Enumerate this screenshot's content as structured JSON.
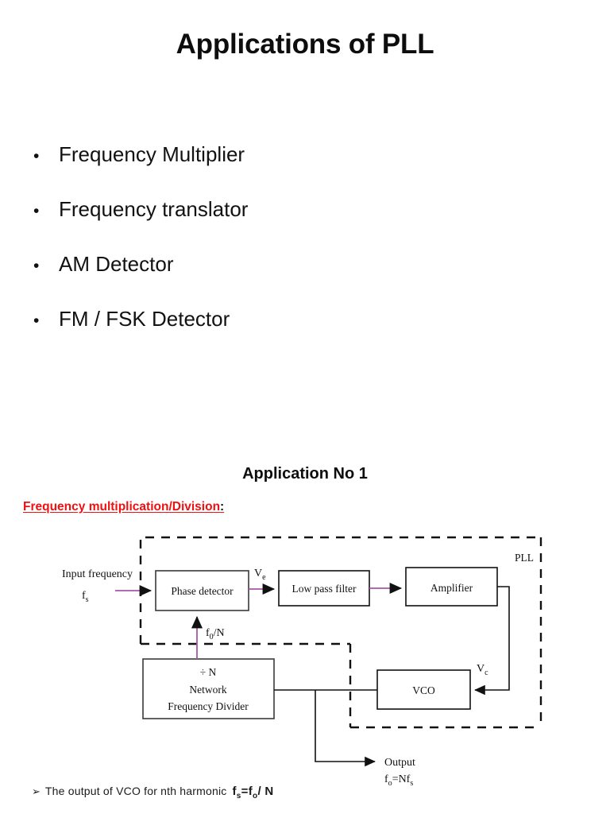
{
  "slide": {
    "title": "Applications of PLL",
    "bullet_marker": "•",
    "bullets": [
      "Frequency Multiplier",
      "Frequency translator",
      "AM Detector",
      "FM / FSK Detector"
    ],
    "application_heading": "Application  No 1",
    "red_heading": "Frequency multiplication/Division",
    "red_heading_colon": ":",
    "red_heading_color": "#ee1111"
  },
  "diagram": {
    "boundary_label": "PLL",
    "signal_color": "#a855a8",
    "line_color": "#111111",
    "blocks": [
      {
        "id": "phase-detector",
        "label": "Phase detector"
      },
      {
        "id": "low-pass-filter",
        "label": "Low pass filter"
      },
      {
        "id": "amplifier",
        "label": "Amplifier"
      },
      {
        "id": "vco",
        "label": "VCO"
      },
      {
        "id": "frequency-divider",
        "line1": "÷ N",
        "line2": "Network",
        "line3": "Frequency Divider"
      }
    ],
    "labels": {
      "input_line1": "Input frequency",
      "input_line2_base": "f",
      "input_line2_sub": "s",
      "ve_base": "V",
      "ve_sub": "e",
      "vc_base": "V",
      "vc_sub": "c",
      "feedback_base": "f",
      "feedback_sub": "0",
      "feedback_tail": "/N",
      "output_line1": "Output",
      "output_line2_a": "f",
      "output_line2_a_sub": "o",
      "output_line2_b": "=Nf",
      "output_line2_b_sub": "s"
    }
  },
  "note": {
    "marker": "➢",
    "text": "The output  of VCO  for nth harmonic",
    "eq_a": "f",
    "eq_a_sub": "s",
    "eq_op": "=",
    "eq_b": "f",
    "eq_b_sub": "o",
    "eq_tail": "/ N"
  }
}
